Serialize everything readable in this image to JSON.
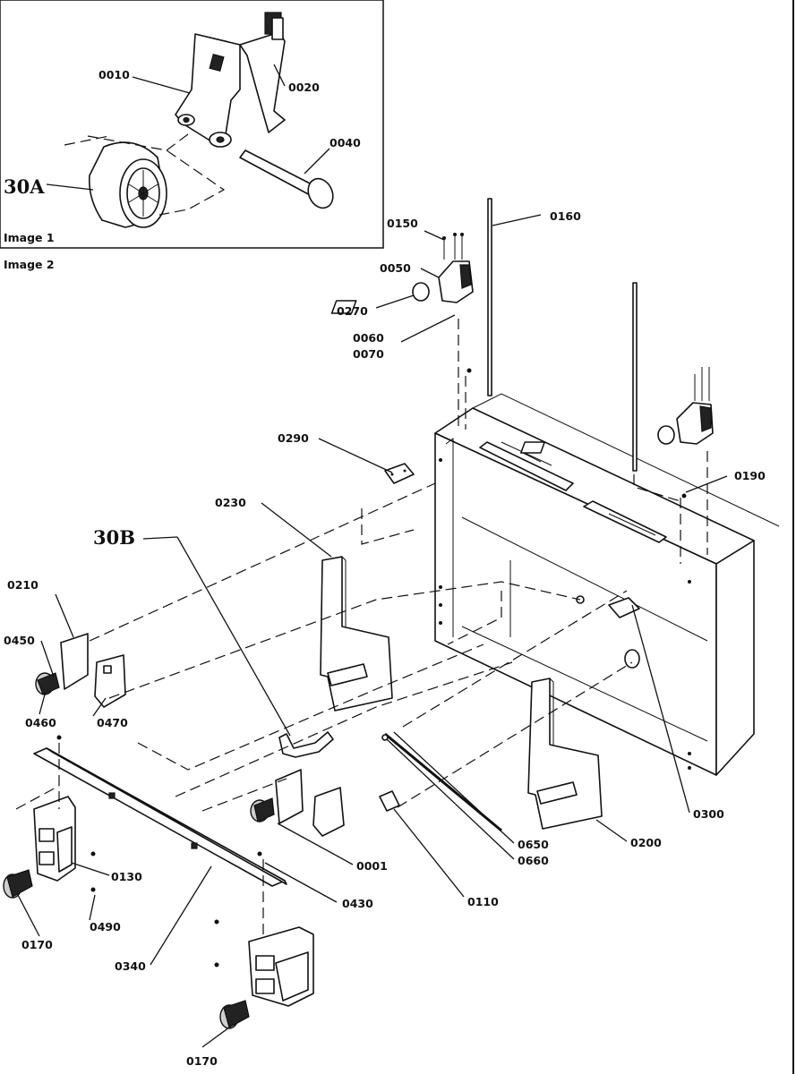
{
  "image_labels": {
    "image1": "Image 1",
    "image2": "Image 2"
  },
  "big_callouts": {
    "a": "30A",
    "b": "30B"
  },
  "callouts": {
    "c0010": "0010",
    "c0020": "0020",
    "c0040": "0040",
    "c0150": "0150",
    "c0160": "0160",
    "c0050": "0050",
    "c0270": "0270",
    "c0060": "0060",
    "c0070": "0070",
    "c0290": "0290",
    "c0190": "0190",
    "c0230": "0230",
    "c0210": "0210",
    "c0450": "0450",
    "c0460": "0460",
    "c0470": "0470",
    "c0300": "0300",
    "c0650": "0650",
    "c0660": "0660",
    "c0200": "0200",
    "c0001": "0001",
    "c0130": "0130",
    "c0110": "0110",
    "c0430": "0430",
    "c0490": "0490",
    "c0170a": "0170",
    "c0340": "0340",
    "c0170b": "0170"
  }
}
